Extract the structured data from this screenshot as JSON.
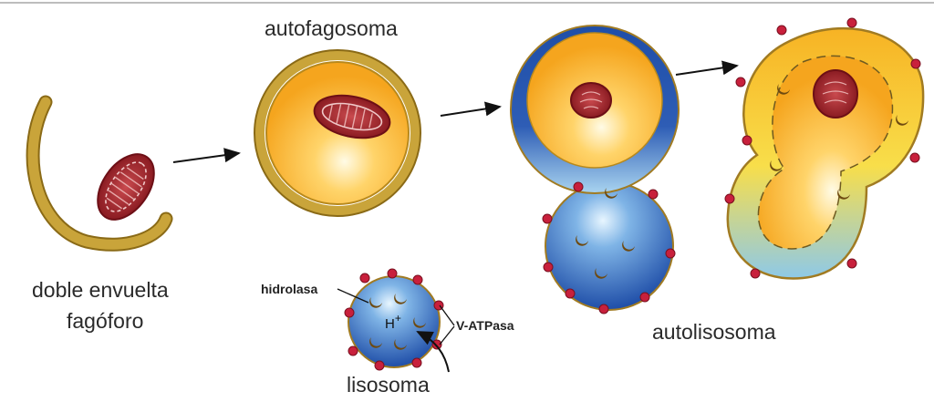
{
  "labels": {
    "phagophore_line1": "doble envuelta",
    "phagophore_line2": "fagóforo",
    "autophagosome": "autofagosoma",
    "lysosome": "lisosoma",
    "autolysosome": "autolisosoma",
    "hydrolase": "hidrolasa",
    "v_atpase": "V-ATPasa",
    "proton": "H",
    "proton_charge": "+"
  },
  "colors": {
    "membrane_gold": "#c9a43a",
    "vesicle_orange": "#f5a51e",
    "vesicle_yellow": "#ffe27a",
    "lysosome_blue": "#2e5db5",
    "lysosome_light": "#a9d4f0",
    "mitochondrion_red": "#9c1d24",
    "vatpase_dot": "#c8203c",
    "hydrolase_brown": "#6e4a10"
  }
}
